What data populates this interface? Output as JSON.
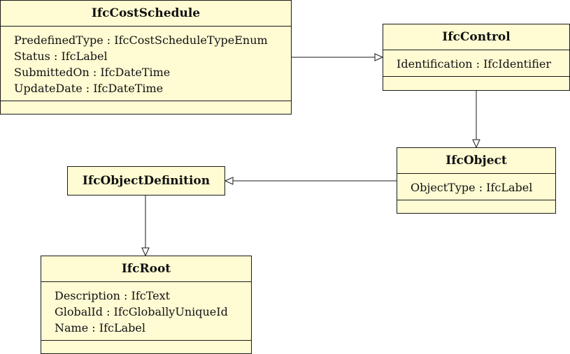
{
  "classes": {
    "ifc_cost_schedule": {
      "name": "IfcCostSchedule",
      "attributes": [
        "PredefinedType : IfcCostScheduleTypeEnum",
        "Status : IfcLabel",
        "SubmittedOn : IfcDateTime",
        "UpdateDate : IfcDateTime"
      ]
    },
    "ifc_control": {
      "name": "IfcControl",
      "attributes": [
        "Identification : IfcIdentifier"
      ]
    },
    "ifc_object": {
      "name": "IfcObject",
      "attributes": [
        "ObjectType : IfcLabel"
      ]
    },
    "ifc_object_definition": {
      "name": "IfcObjectDefinition",
      "attributes": []
    },
    "ifc_root": {
      "name": "IfcRoot",
      "attributes": [
        "Description : IfcText",
        "GlobalId : IfcGloballyUniqueId",
        "Name : IfcLabel"
      ]
    }
  },
  "colors": {
    "class_fill": "#fffbd3",
    "line": "#1a1a1a"
  }
}
